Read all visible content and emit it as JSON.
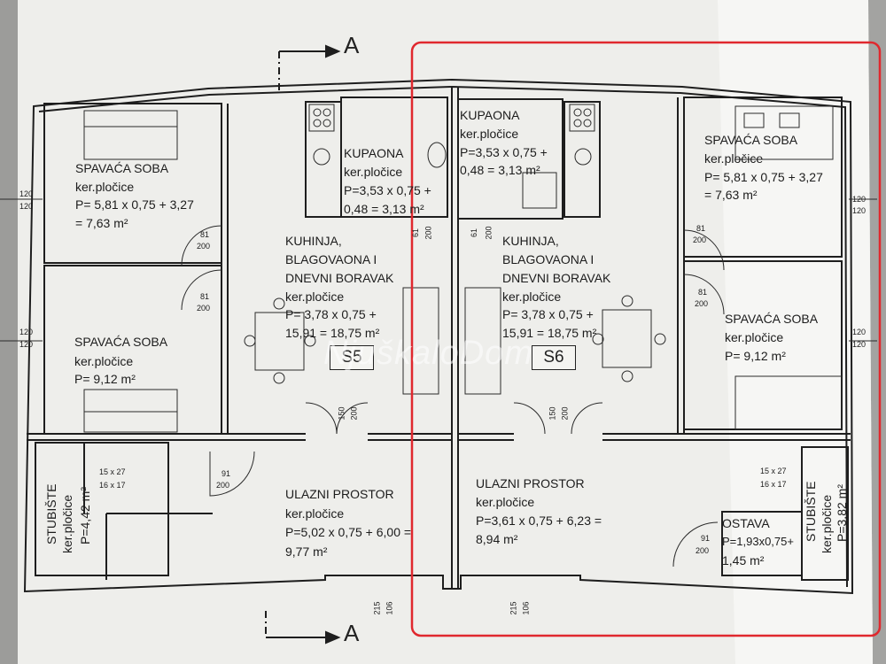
{
  "colors": {
    "paper": "#f3f3f0",
    "line": "#1e1e1e",
    "highlight": "#e0282e",
    "background": "#8e8e8c"
  },
  "section_marker": {
    "letter": "A"
  },
  "unit_s5": {
    "label": "S5",
    "bedroom_top": {
      "name": "SPAVAĆA SOBA",
      "floor": "ker.pločice",
      "area_line1": "P= 5,81 x 0,75 + 3,27",
      "area_line2": "= 7,63 m²"
    },
    "bedroom_bottom": {
      "name": "SPAVAĆA SOBA",
      "floor": "ker.pločice",
      "area": "P= 9,12 m²"
    },
    "bathroom": {
      "name": "KUPAONA",
      "floor": "ker.pločice",
      "area_line1": "P=3,53 x 0,75 +",
      "area_line2": "0,48 = 3,13 m²"
    },
    "living": {
      "line1": "KUHINJA,",
      "line2": "BLAGOVAONA I",
      "line3": "DNEVNI BORAVAK",
      "floor": "ker.pločice",
      "area_line1": "P= 3,78 x 0,75 +",
      "area_line2": "15,91 = 18,75 m²"
    },
    "entry": {
      "name": "ULAZNI PROSTOR",
      "floor": "ker.pločice",
      "area_line1": "P=5,02 x 0,75 + 6,00 =",
      "area_line2": "9,77 m²"
    },
    "stairs": {
      "line1": "STUBIŠTE",
      "line2": "ker.pločice",
      "line3": "P=4,42 m²"
    }
  },
  "unit_s6": {
    "label": "S6",
    "bedroom_top": {
      "name": "SPAVAĆA SOBA",
      "floor": "ker.pločice",
      "area_line1": "P= 5,81 x 0,75 + 3,27",
      "area_line2": "= 7,63 m²"
    },
    "bedroom_bottom": {
      "name": "SPAVAĆA SOBA",
      "floor": "ker.pločice",
      "area": "P= 9,12 m²"
    },
    "bathroom": {
      "name": "KUPAONA",
      "floor": "ker.pločice",
      "area_line1": "P=3,53 x 0,75 +",
      "area_line2": "0,48 = 3,13 m²"
    },
    "living": {
      "line1": "KUHINJA,",
      "line2": "BLAGOVAONA I",
      "line3": "DNEVNI BORAVAK",
      "floor": "ker.pločice",
      "area_line1": "P= 3,78 x 0,75 +",
      "area_line2": "15,91 = 18,75 m²"
    },
    "entry": {
      "name": "ULAZNI PROSTOR",
      "floor": "ker.pločice",
      "area_line1": "P=3,61 x 0,75 + 6,23 =",
      "area_line2": "8,94 m²"
    },
    "storage": {
      "name": "OSTAVA",
      "area_line1": "P=1,93x0,75+",
      "area_line2": "1,45 m²"
    },
    "stairs": {
      "line1": "STUBIŠTE",
      "line2": "ker.pločice",
      "line3": "P=3,82 m²"
    }
  },
  "dimensions": {
    "window_top": "120",
    "window_bottom": "120",
    "door_w": "81",
    "door_h": "200",
    "door_front_w": "91",
    "door_front_h": "200",
    "double_w": "150",
    "double_h": "200",
    "bath_door_w": "61",
    "bath_door_h": "200",
    "stair_a": "15 x 27",
    "stair_b": "16 x 17",
    "big_w": "215",
    "big_h": "106"
  },
  "watermark": "NjuškaloDom"
}
